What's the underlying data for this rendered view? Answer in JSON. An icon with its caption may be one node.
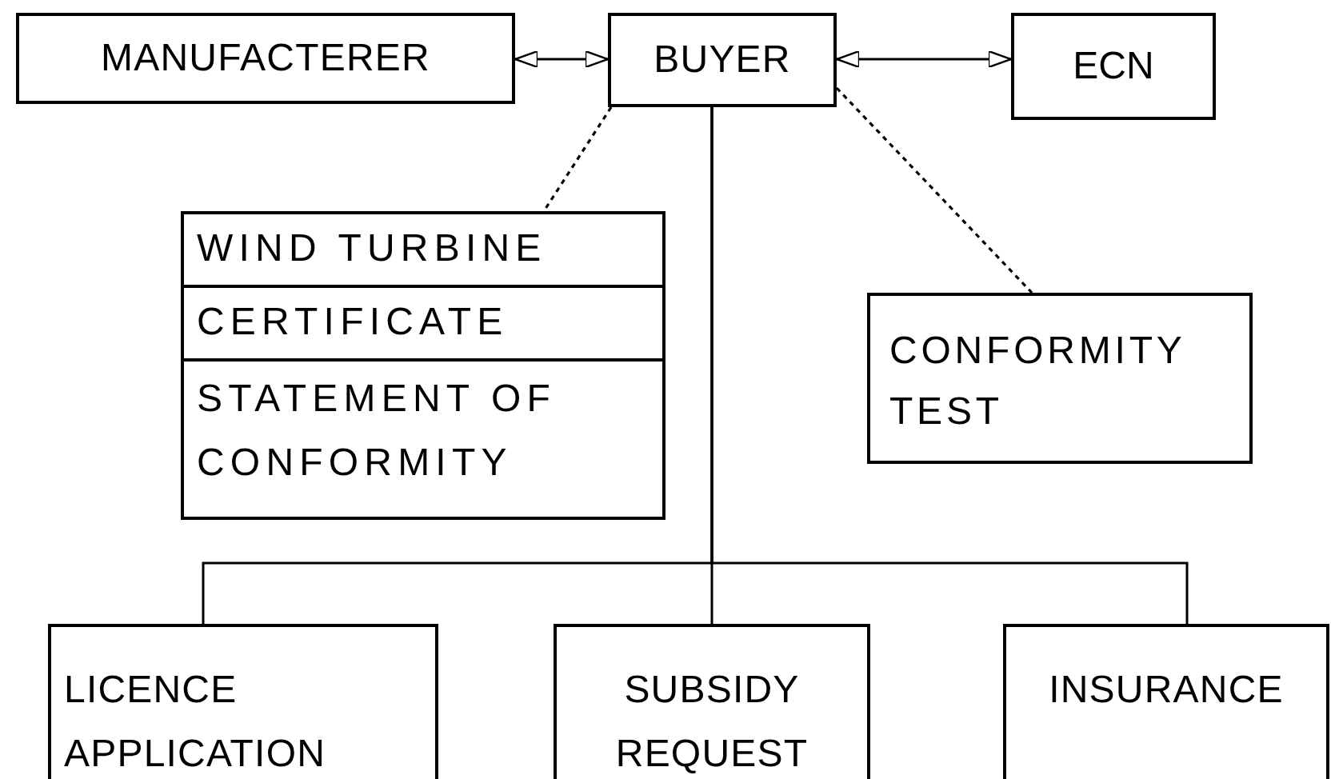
{
  "diagram": {
    "nodes": [
      {
        "text": [
          "MANUFACTERER"
        ]
      },
      {
        "text": [
          "BUYER"
        ]
      },
      {
        "text": [
          "ECN"
        ]
      },
      {
        "text": [
          "WIND TURBINE",
          "CERTIFICATE",
          "STATEMENT OF CONFORMITY"
        ]
      },
      {
        "text": [
          "CONFORMITY TEST"
        ]
      },
      {
        "text": [
          "LICENCE APPLICATION"
        ]
      },
      {
        "text": [
          "SUBSIDY REQUEST"
        ]
      },
      {
        "text": [
          "INSURANCE"
        ]
      }
    ],
    "edges": [
      {
        "from": 0,
        "to": 1,
        "arrow": "both"
      },
      {
        "from": 1,
        "to": 2,
        "arrow": "both"
      },
      {
        "from": 1,
        "to": 3,
        "arrow": "none",
        "style": "dashed"
      },
      {
        "from": 1,
        "to": 4,
        "arrow": "none",
        "style": "dashed"
      },
      {
        "from": 1,
        "to": 5,
        "arrow": "none"
      },
      {
        "from": 1,
        "to": 6,
        "arrow": "none"
      },
      {
        "from": 1,
        "to": 7,
        "arrow": "none"
      }
    ]
  }
}
